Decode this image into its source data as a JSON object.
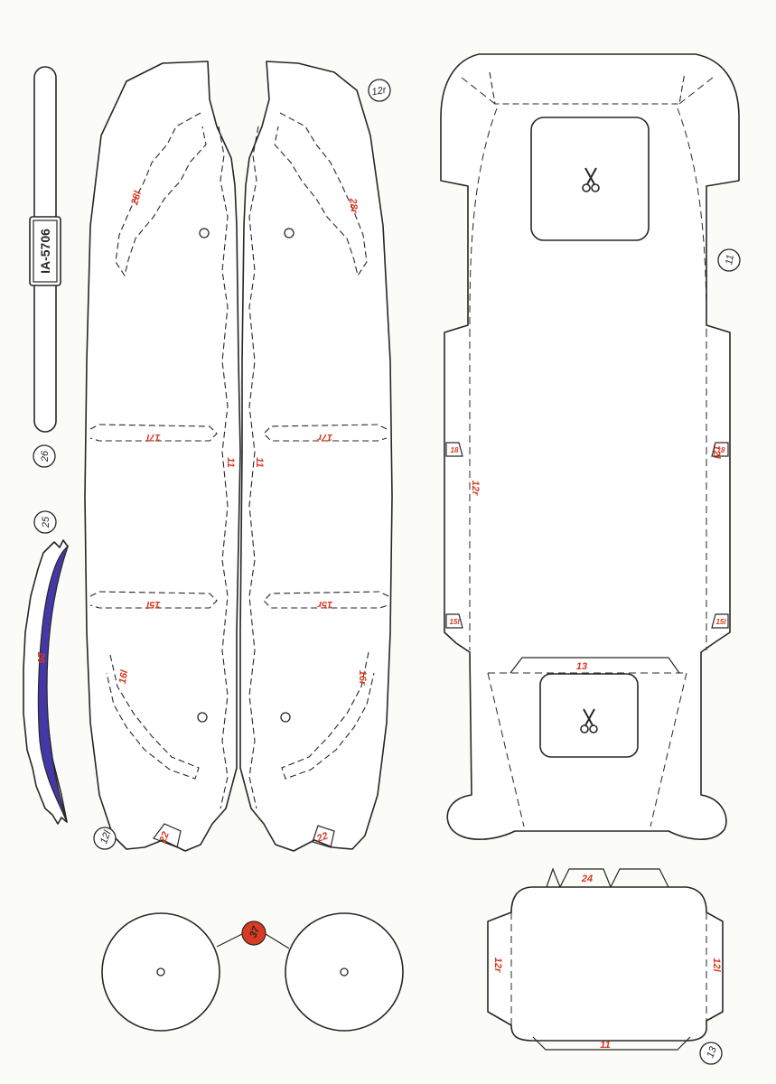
{
  "labels": {
    "l12r": "12r",
    "l12l": "12l",
    "l11": "11",
    "l13": "13",
    "l25": "25",
    "l26": "26",
    "l37": "37",
    "plate": "IA-5706",
    "p28l": "28l",
    "p28r": "28r",
    "p17l": "17l",
    "p17r": "17r",
    "p15l": "15l",
    "p15r": "15r",
    "p16l": "16l",
    "p16r": "16r",
    "p22": "22",
    "p11": "11",
    "p13": "13",
    "p18": "18",
    "p24": "24",
    "p26": "26",
    "p12r": "12r",
    "p12l": "12l"
  },
  "colors": {
    "ink": "#2a2626",
    "red": "#d93a22",
    "blue": "#4338a6"
  },
  "icons": [
    "scissors-icon"
  ]
}
